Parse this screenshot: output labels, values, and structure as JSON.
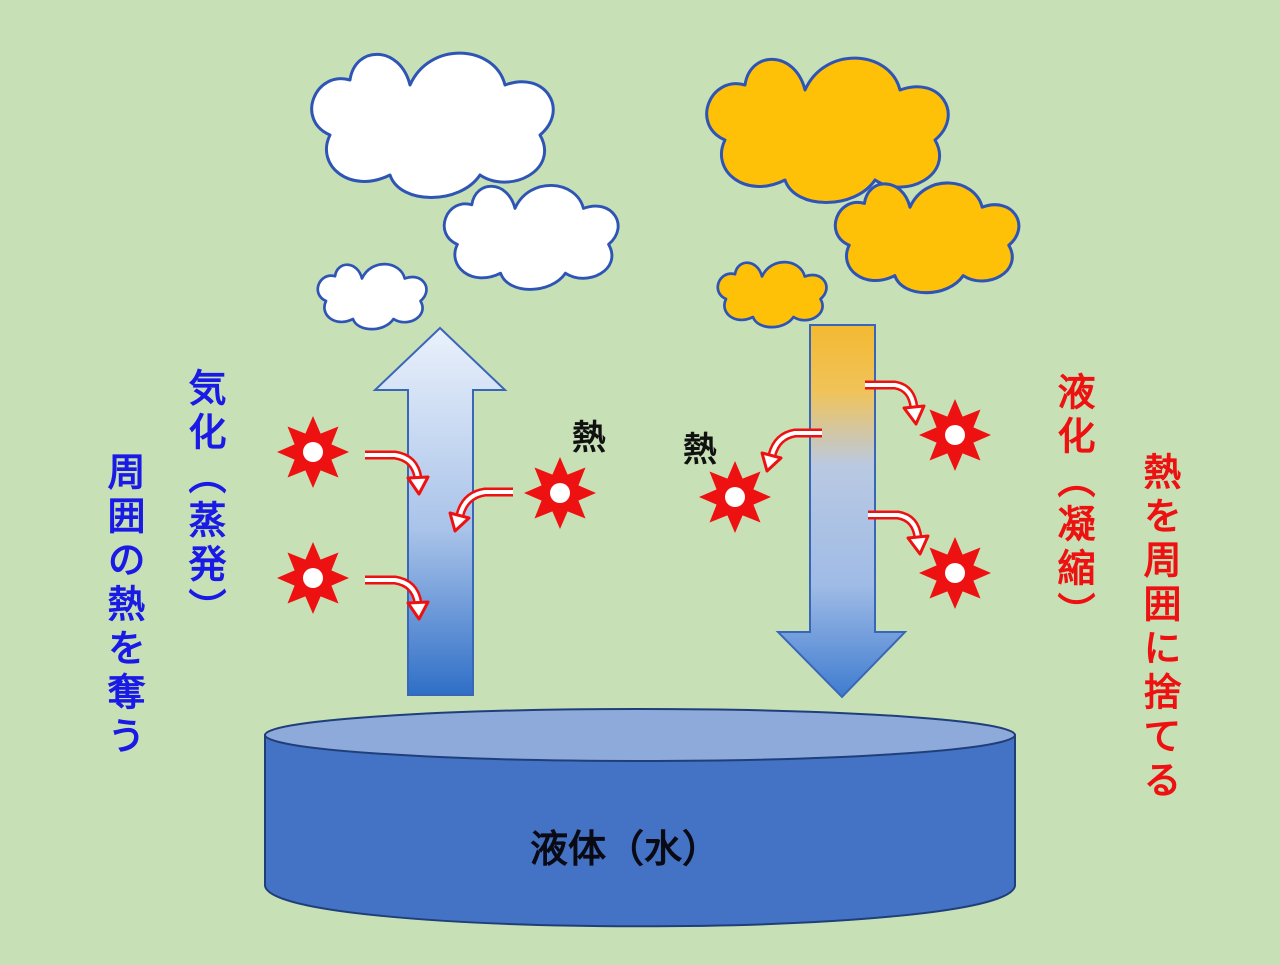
{
  "left": {
    "process": "気化（蒸発）",
    "effect": "周囲の熱を奪う"
  },
  "right": {
    "process": "液化（凝縮）",
    "effect": "熱を周囲に捨てる"
  },
  "heat_label_left": "熱",
  "heat_label_right": "熱",
  "liquid_label": "液体（水）",
  "colors": {
    "background": "#c8e0b6",
    "cloud_white": "#ffffff",
    "cloud_orange": "#ffc107",
    "cloud_outline": "#2e55b5",
    "liquid_body": "#4472c4",
    "liquid_top": "#8eaadb",
    "heat_star": "#ee1111",
    "text_blue": "#1a1ae6",
    "text_red": "#ee1111"
  },
  "icons": [
    "cloud-icon",
    "heat-star-icon",
    "curved-arrow-icon",
    "up-arrow-icon",
    "down-arrow-icon"
  ]
}
